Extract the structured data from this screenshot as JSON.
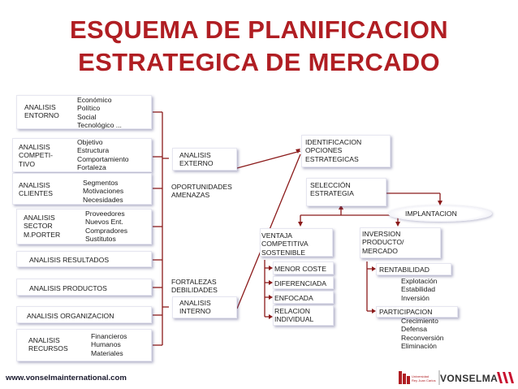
{
  "title": {
    "line1": "ESQUEMA DE PLANIFICACION",
    "line2": "ESTRATEGICA DE MERCADO"
  },
  "left": {
    "entorno": {
      "label": "ANALISIS\nENTORNO",
      "items": [
        "Económico",
        "Político",
        "Social",
        "Tecnológico ..."
      ]
    },
    "competitivo": {
      "label": "ANALISIS\nCOMPETI-\nTIVO",
      "items": [
        "Objetivo",
        "Estructura",
        "Comportamiento",
        "Fortaleza"
      ]
    },
    "clientes": {
      "label": "ANALISIS\nCLIENTES",
      "items": [
        "Segmentos",
        "Motivaciones",
        "Necesidades"
      ]
    },
    "sector": {
      "label": "ANALISIS\nSECTOR\nM.PORTER",
      "items": [
        "Proveedores",
        "Nuevos Ent.",
        "Compradores",
        "Sustitutos"
      ]
    },
    "resultados": {
      "label": "ANALISIS RESULTADOS"
    },
    "productos": {
      "label": "ANALISIS PRODUCTOS"
    },
    "organizacion": {
      "label": "ANALISIS ORGANIZACION"
    },
    "recursos": {
      "label": "ANALISIS\nRECURSOS",
      "items": [
        "Financieros",
        "Humanos",
        "Materiales"
      ]
    }
  },
  "middle": {
    "externo": "ANALISIS\nEXTERNO",
    "oportunidades": "OPORTUNIDADES\nAMENAZAS",
    "fortalezas": "FORTALEZAS\nDEBILIDADES",
    "interno": "ANALISIS\nINTERNO"
  },
  "right": {
    "identificacion": "IDENTIFICACION\nOPCIONES\nESTRATEGICAS",
    "seleccion": "SELECCIÓN\nESTRATEGIA",
    "implantacion": "IMPLANTACION",
    "ventaja": "VENTAJA\nCOMPETITIVA\nSOSTENIBLE",
    "inversion": "INVERSION\nPRODUCTO/\nMERCADO",
    "menor_coste": "MENOR COSTE",
    "diferenciada": "DIFERENCIADA",
    "enfocada": "ENFOCADA",
    "relacion": "RELACION\nINDIVIDUAL",
    "rentabilidad": {
      "label": "RENTABILIDAD",
      "items": [
        "Explotación",
        "Estabilidad",
        "Inversión"
      ]
    },
    "participacion": {
      "label": "PARTICIPACION",
      "items": [
        "Crecimiento",
        "Defensa",
        "Reconversión",
        "Eliminación"
      ]
    }
  },
  "footer": {
    "url": "www.vonselmainternational.com",
    "university": "Universidad\nRey Juan Carlos",
    "brand": "VONSELMA"
  },
  "colors": {
    "title": "#b01e23",
    "connector": "#8b1a1a"
  }
}
